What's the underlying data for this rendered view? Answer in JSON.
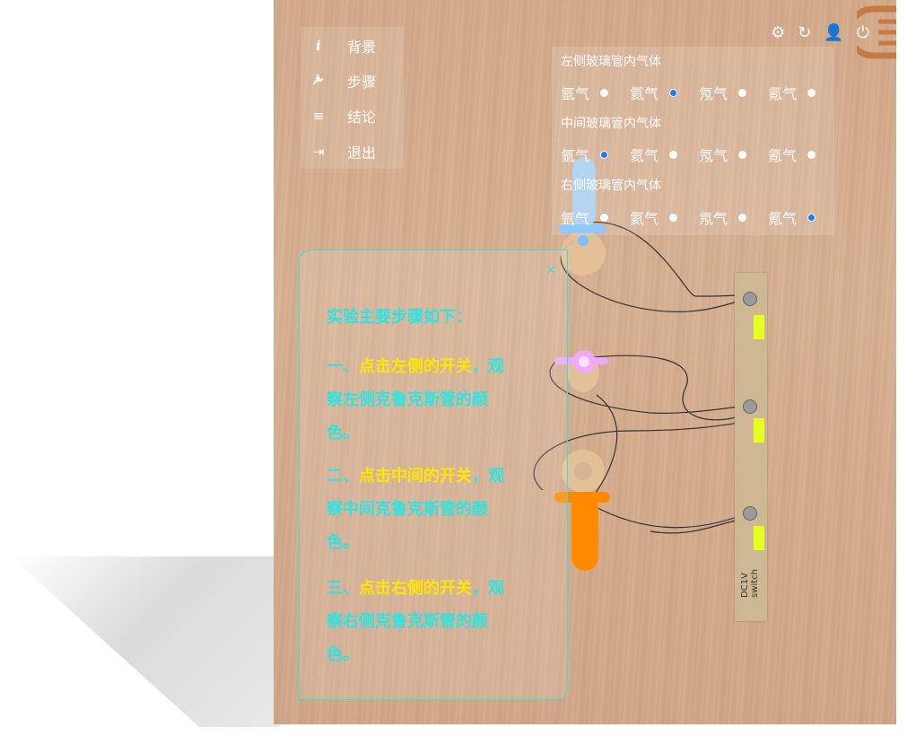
{
  "menu": {
    "items": [
      {
        "icon": "info-icon",
        "glyph": "i",
        "label": "背景"
      },
      {
        "icon": "wrench-icon",
        "glyph": "🔧",
        "label": "步骤"
      },
      {
        "icon": "list-icon",
        "glyph": "≡",
        "label": "结论"
      },
      {
        "icon": "exit-icon",
        "glyph": "⇥",
        "label": "退出"
      }
    ]
  },
  "toolbar": {
    "icons": [
      "gear-icon",
      "reset-icon",
      "user-icon",
      "power-icon"
    ],
    "glyphs": [
      "⚙",
      "↻",
      "👤",
      "⏻"
    ]
  },
  "gas_panel": {
    "groups": [
      {
        "title": "左侧玻璃管内气体",
        "options": [
          "氩气",
          "氦气",
          "氖气",
          "氪气"
        ],
        "selected": 1
      },
      {
        "title": "中间玻璃管内气体",
        "options": [
          "氩气",
          "氦气",
          "氖气",
          "氪气"
        ],
        "selected": 0
      },
      {
        "title": "右侧玻璃管内气体",
        "options": [
          "氩气",
          "氦气",
          "氖气",
          "氪气"
        ],
        "selected": 3
      }
    ]
  },
  "steps": {
    "close": "×",
    "intro": "实验主要步骤如下：",
    "items": [
      {
        "prefix": "一、",
        "highlight": "点击左侧的开关",
        "rest": "，观察左侧克鲁克斯管的颜色。"
      },
      {
        "prefix": "二、",
        "highlight": "点击中间的开关",
        "rest": "，观察中间克鲁克斯管的颜色。"
      },
      {
        "prefix": "三、",
        "highlight": "点击右侧的开关",
        "rest": "，观察右侧克鲁克斯管的颜色。"
      }
    ]
  },
  "board": {
    "label_line1": "DC1V",
    "label_line2": "switch",
    "switch_color": "#e6ff1f"
  },
  "tube_colors": {
    "left": "#9fd4ff",
    "middle": "#f0a8ff",
    "right": "#ff8a00"
  }
}
